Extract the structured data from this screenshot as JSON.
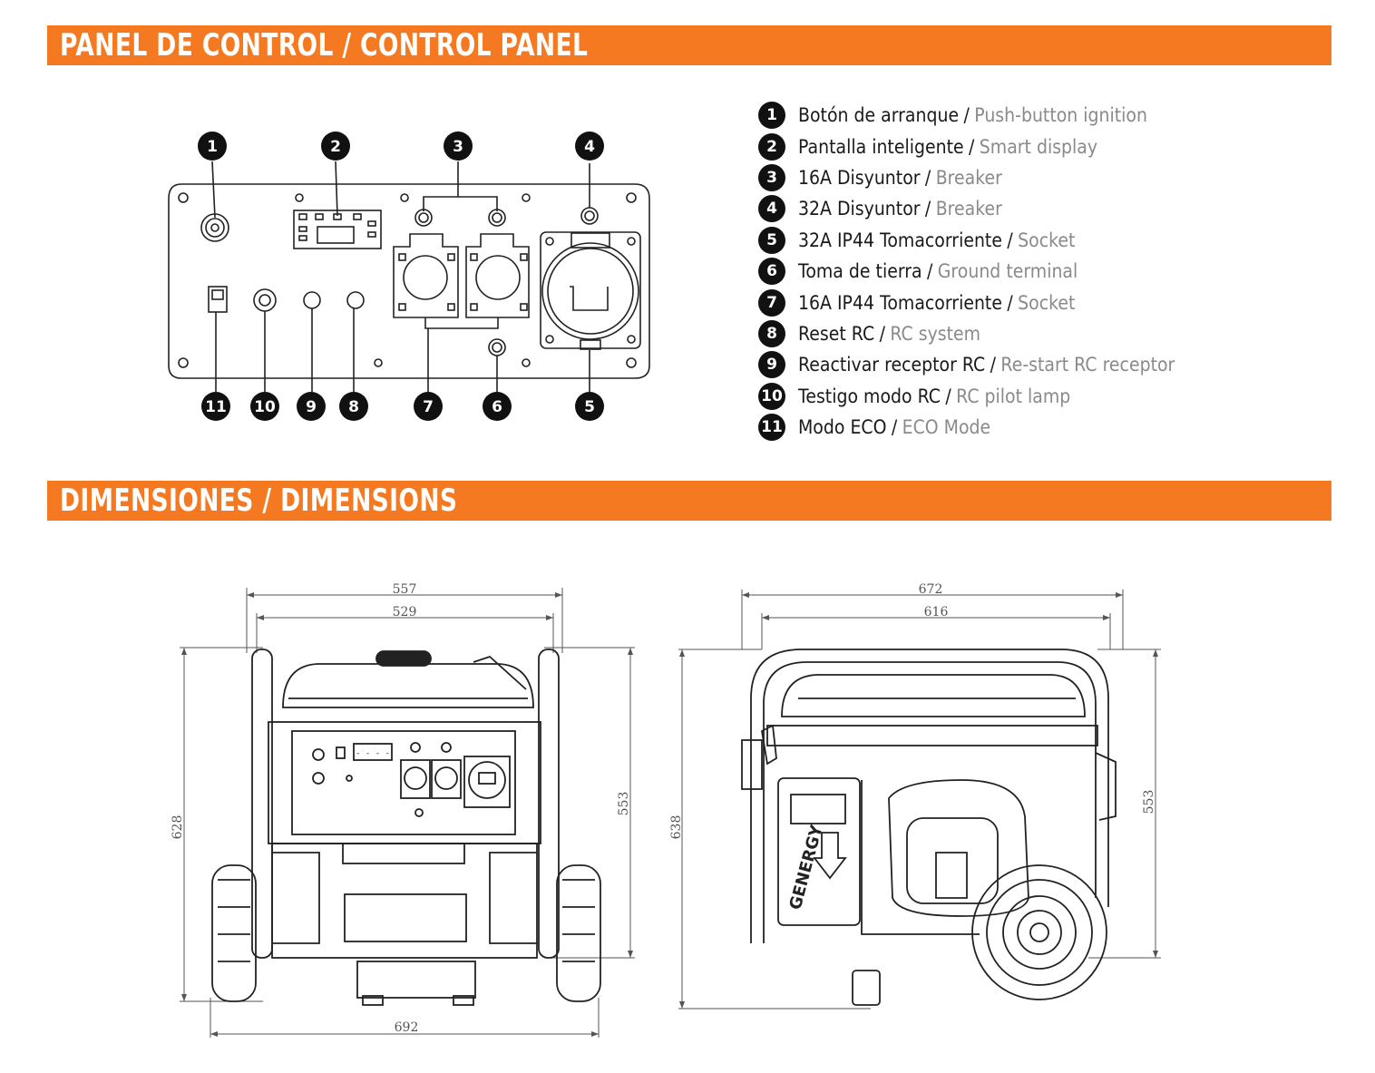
{
  "sections": {
    "control_title": "PANEL DE CONTROL / CONTROL PANEL",
    "dimensions_title": "DIMENSIONES / DIMENSIONS"
  },
  "colors": {
    "accent": "#f47920",
    "legend_secondary": "#8a8a8a"
  },
  "legend": [
    {
      "num": "1",
      "es": "Botón de arranque",
      "en": "Push-button ignition"
    },
    {
      "num": "2",
      "es": "Pantalla inteligente",
      "en": "Smart display"
    },
    {
      "num": "3",
      "es": "16A Disyuntor",
      "en": "Breaker"
    },
    {
      "num": "4",
      "es": "32A Disyuntor",
      "en": "Breaker"
    },
    {
      "num": "5",
      "es": "32A IP44 Tomacorriente",
      "en": "Socket"
    },
    {
      "num": "6",
      "es": "Toma de tierra",
      "en": "Ground terminal"
    },
    {
      "num": "7",
      "es": "16A IP44 Tomacorriente",
      "en": "Socket"
    },
    {
      "num": "8",
      "es": "Reset RC",
      "en": "RC system"
    },
    {
      "num": "9",
      "es": "Reactivar receptor RC",
      "en": "Re-start RC receptor"
    },
    {
      "num": "10",
      "es": "Testigo modo RC",
      "en": "RC pilot lamp"
    },
    {
      "num": "11",
      "es": "Modo ECO",
      "en": "ECO Mode"
    }
  ],
  "panel_callouts": {
    "c1": "1",
    "c2": "2",
    "c3": "3",
    "c4": "4",
    "c5": "5",
    "c6": "6",
    "c7": "7",
    "c8": "8",
    "c9": "9",
    "c10": "10",
    "c11": "11"
  },
  "front_view": {
    "overall_width": "557",
    "frame_width": "529",
    "height_total": "628",
    "height_frame": "553",
    "wheel_width": "692",
    "display_placeholder": "- - - -"
  },
  "side_view": {
    "overall_width": "672",
    "frame_width": "616",
    "height_total": "638",
    "height_frame": "553",
    "brand": "GENERGY"
  }
}
